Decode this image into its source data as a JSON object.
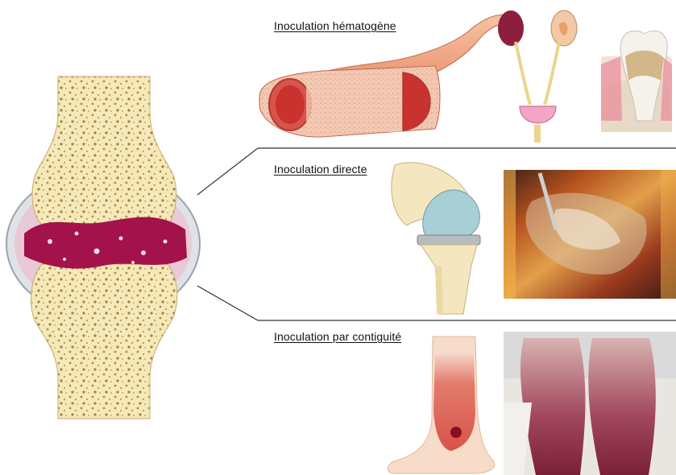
{
  "sections": [
    {
      "id": "hematogene",
      "label": "Inoculation hématogène"
    },
    {
      "id": "directe",
      "label": "Inoculation directe"
    },
    {
      "id": "contiguite",
      "label": "Inoculation par contiguité"
    }
  ]
}
